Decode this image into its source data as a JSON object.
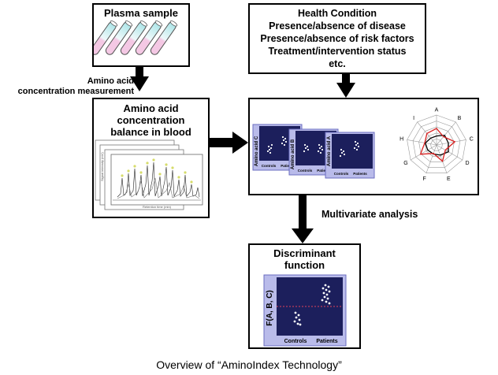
{
  "plasma": {
    "title": "Plasma sample"
  },
  "health": {
    "title": "Health Condition",
    "lines": [
      "Presence/absence of disease",
      "Presence/absence of risk factors",
      "Treatment/intervention status",
      "etc."
    ]
  },
  "side_label": [
    "Amino acid",
    "concentration measurement"
  ],
  "balance": {
    "lines": [
      "Amino acid",
      "concentration",
      "balance in blood"
    ]
  },
  "chromatogram": {
    "y_label": "Signal intensity (mV)",
    "x_label": "Retention time (min)"
  },
  "panels": {
    "ylabels": [
      "Amino acid C",
      "Amino acid B",
      "Amino acid A"
    ],
    "xlabels": [
      "Controls",
      "Patients"
    ]
  },
  "radar": {
    "axes": [
      "A",
      "B",
      "C",
      "D",
      "E",
      "F",
      "G",
      "H",
      "I"
    ]
  },
  "multivariate": {
    "label": "Multivariate analysis"
  },
  "discriminant": {
    "title_lines": [
      "Discriminant",
      "function"
    ],
    "ylabel": "F(A, B, C)",
    "xlabels": [
      "Controls",
      "Patients"
    ]
  },
  "caption": "Overview of “AminoIndex Technology”",
  "colors": {
    "panel_bg": "#1c1f5c",
    "panel_frame": "#b9bbea",
    "threshold": "#e0405a",
    "radar_red": "#d81e1e"
  }
}
